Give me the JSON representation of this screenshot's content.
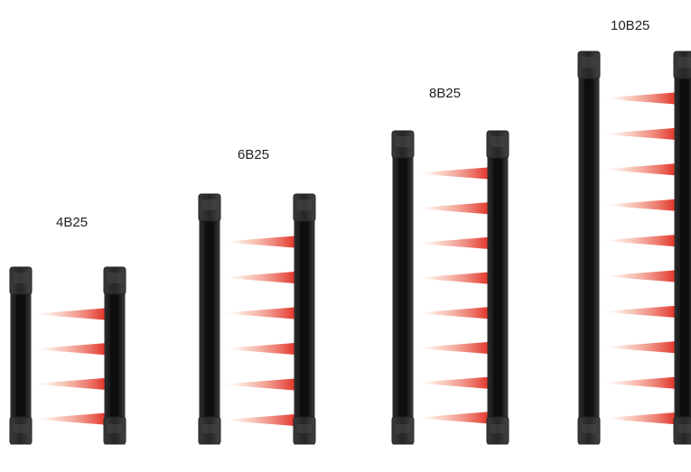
{
  "products": [
    {
      "model": "4B25",
      "beams": 4
    },
    {
      "model": "6B25",
      "beams": 6
    },
    {
      "model": "8B25",
      "beams": 8
    },
    {
      "model": "10B25",
      "beams": 10
    }
  ],
  "colors": {
    "background": "#ffffff",
    "post_body": "#1e1e1e",
    "post_edge": "#3a3a3a",
    "post_highlight": "#4a4a4a",
    "cap": "#2e2e2e",
    "beam": "#e2372c"
  }
}
